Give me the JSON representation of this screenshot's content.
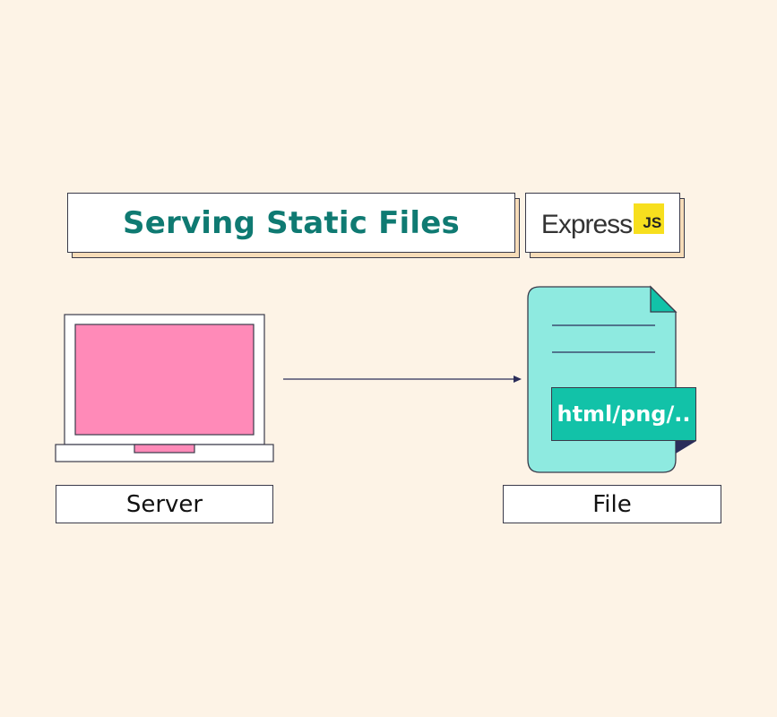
{
  "title": "Serving Static Files",
  "logo": {
    "word": "Express",
    "badge": "JS",
    "badge_color": "#f7df1e"
  },
  "server": {
    "label": "Server",
    "screen_color": "#ff8ab8",
    "icon": "laptop-icon"
  },
  "file": {
    "label": "File",
    "extension_tag": "html/png/..",
    "doc_color": "#8eeae0",
    "tag_color": "#12c2a8",
    "icon": "document-icon"
  },
  "colors": {
    "background": "#fdf3e6",
    "title_text": "#0f7a72",
    "card_shadow": "#f7dcb8",
    "outline": "#3a3a4a"
  }
}
